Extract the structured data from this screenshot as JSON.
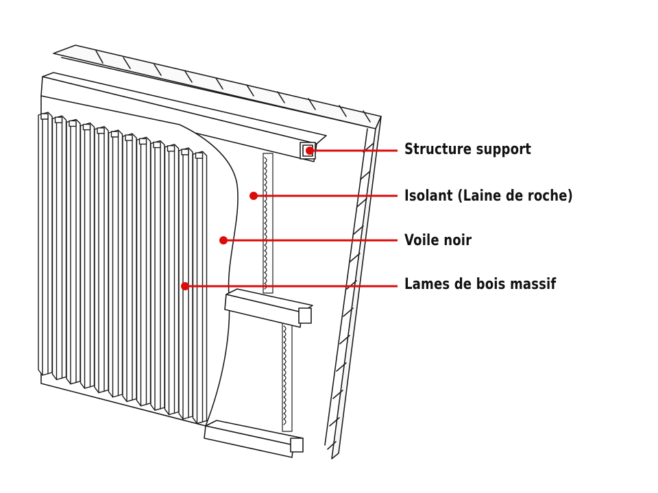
{
  "diagram": {
    "labels": {
      "structure_support": "Structure  support",
      "isolant": "Isolant  (Laine  de  roche)",
      "voile_noir": "Voile noir",
      "lames_bois": "Lames  de  bois massif"
    }
  },
  "colors": {
    "leader_line": "#dd0a0a",
    "ink": "#1a1a1a",
    "background": "#ffffff"
  }
}
